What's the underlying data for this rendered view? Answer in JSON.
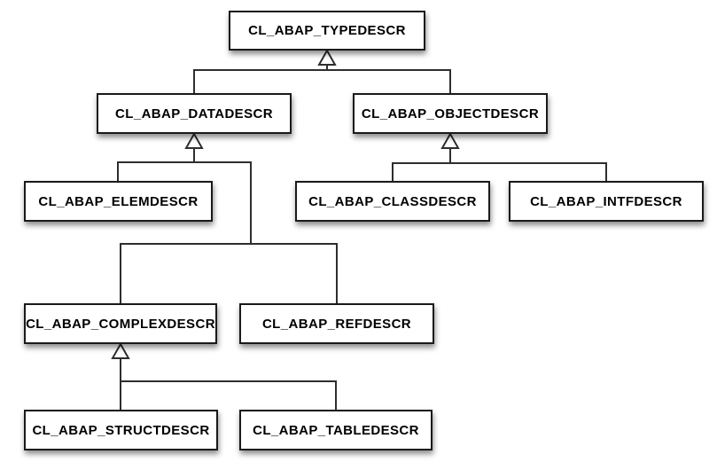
{
  "diagram": {
    "type": "uml-class-hierarchy",
    "colors": {
      "background": "#ffffff",
      "box_fill": "#ffffff",
      "box_border": "#1a1a1a",
      "line": "#2e2e2e",
      "text": "#000000"
    },
    "nodes": [
      {
        "id": "typedescr",
        "label": "CL_ABAP_TYPEDESCR"
      },
      {
        "id": "datadescr",
        "label": "CL_ABAP_DATADESCR"
      },
      {
        "id": "objectdescr",
        "label": "CL_ABAP_OBJECTDESCR"
      },
      {
        "id": "elemdescr",
        "label": "CL_ABAP_ELEMDESCR"
      },
      {
        "id": "classdescr",
        "label": "CL_ABAP_CLASSDESCR"
      },
      {
        "id": "intfdescr",
        "label": "CL_ABAP_INTFDESCR"
      },
      {
        "id": "complexdescr",
        "label": "CL_ABAP_COMPLEXDESCR"
      },
      {
        "id": "refdescr",
        "label": "CL_ABAP_REFDESCR"
      },
      {
        "id": "structdescr",
        "label": "CL_ABAP_STRUCTDESCR"
      },
      {
        "id": "tabledescr",
        "label": "CL_ABAP_TABLEDESCR"
      }
    ],
    "edges": [
      {
        "from": "CL_ABAP_DATADESCR",
        "to": "CL_ABAP_TYPEDESCR",
        "type": "generalization"
      },
      {
        "from": "CL_ABAP_OBJECTDESCR",
        "to": "CL_ABAP_TYPEDESCR",
        "type": "generalization"
      },
      {
        "from": "CL_ABAP_ELEMDESCR",
        "to": "CL_ABAP_DATADESCR",
        "type": "generalization"
      },
      {
        "from": "CL_ABAP_COMPLEXDESCR",
        "to": "CL_ABAP_DATADESCR",
        "type": "generalization"
      },
      {
        "from": "CL_ABAP_REFDESCR",
        "to": "CL_ABAP_DATADESCR",
        "type": "generalization"
      },
      {
        "from": "CL_ABAP_CLASSDESCR",
        "to": "CL_ABAP_OBJECTDESCR",
        "type": "generalization"
      },
      {
        "from": "CL_ABAP_INTFDESCR",
        "to": "CL_ABAP_OBJECTDESCR",
        "type": "generalization"
      },
      {
        "from": "CL_ABAP_STRUCTDESCR",
        "to": "CL_ABAP_COMPLEXDESCR",
        "type": "generalization"
      },
      {
        "from": "CL_ABAP_TABLEDESCR",
        "to": "CL_ABAP_COMPLEXDESCR",
        "type": "generalization"
      }
    ]
  }
}
